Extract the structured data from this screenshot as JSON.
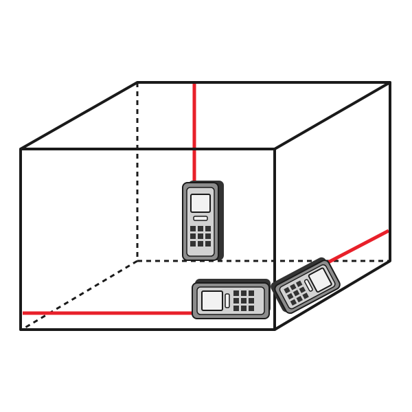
{
  "diagram": {
    "subject": "room-measurement-box",
    "devices": [
      {
        "id": "device-top",
        "icon": "laser-distance-meter-icon",
        "orientation": "vertical"
      },
      {
        "id": "device-floor-front",
        "icon": "laser-distance-meter-icon",
        "orientation": "horizontal"
      },
      {
        "id": "device-floor-side",
        "icon": "laser-distance-meter-icon",
        "orientation": "angled"
      }
    ],
    "colors": {
      "outline": "#1a1a1a",
      "laser": "#e8202a",
      "device_body": "#8c8c8c",
      "device_face": "#d2d2d2",
      "device_screen": "#f2f2f2",
      "device_dark": "#333333"
    }
  }
}
